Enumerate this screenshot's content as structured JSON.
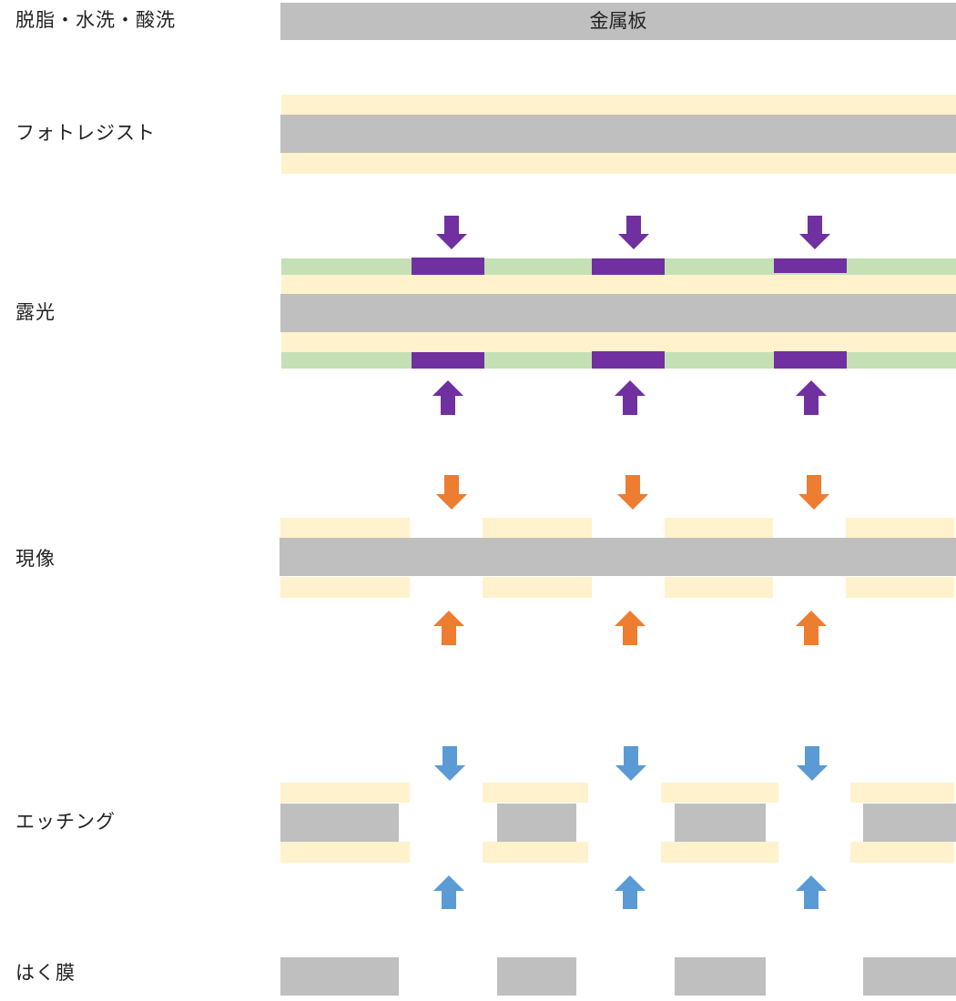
{
  "steps": [
    {
      "id": "degrease",
      "label": "脱脂・水洗・酸洗"
    },
    {
      "id": "photoresist",
      "label": "フォトレジスト"
    },
    {
      "id": "exposure",
      "label": "露光"
    },
    {
      "id": "development",
      "label": "現像"
    },
    {
      "id": "etching",
      "label": "エッチング"
    },
    {
      "id": "stripping",
      "label": "はく膜"
    }
  ],
  "metal_plate_label": "金属板",
  "colors": {
    "metal": "#bfbfbf",
    "photoresist": "#fff2cc",
    "film": "#c5e0b4",
    "exposure_light": "#7030a0",
    "developer": "#ed7d31",
    "etchant": "#5b9bd5"
  },
  "legend_semantics": {
    "exposure_arrows": "light",
    "development_arrows": "developer",
    "etching_arrows": "etchant"
  }
}
